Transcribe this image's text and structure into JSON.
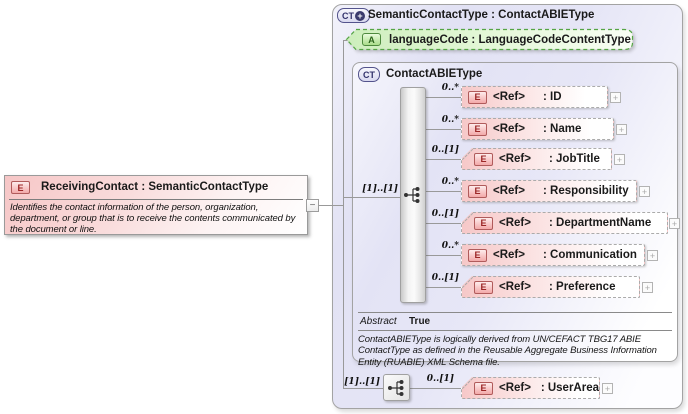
{
  "colors": {
    "element_pink": "#f6c8c8",
    "element_border_red": "#b05b5b",
    "attribute_green": "#cdeebc",
    "attribute_border_green": "#55a545",
    "container_lavender": "#e4e4f6",
    "ct_badge_navy": "#32326b",
    "connector_gray": "#999999"
  },
  "icons": {
    "element_badge": "E",
    "attribute_badge": "A",
    "complextype_badge": "CT",
    "complextype_plus": "+",
    "expand": "+",
    "collapse": "−"
  },
  "source_element": {
    "title": "ReceivingContact : SemanticContactType",
    "description": "Identifies the contact information of the person, organization, department, or group that is to receive the contents communicated by the document or line."
  },
  "type_panel": {
    "title": "SemanticContactType : ContactABIEType",
    "attribute": {
      "label": "languageCode : LanguageCodeContentType"
    },
    "base_type": {
      "title": "ContactABIEType",
      "sequence_cardinality": "[1]..[1]",
      "elements": [
        {
          "cardinality": "0..*",
          "tag": "<Ref>",
          "name": ": ID"
        },
        {
          "cardinality": "0..*",
          "tag": "<Ref>",
          "name": ": Name"
        },
        {
          "cardinality": "0..[1]",
          "tag": "<Ref>",
          "name": ": JobTitle"
        },
        {
          "cardinality": "0..*",
          "tag": "<Ref>",
          "name": ": Responsibility"
        },
        {
          "cardinality": "0..[1]",
          "tag": "<Ref>",
          "name": ": DepartmentName"
        },
        {
          "cardinality": "0..*",
          "tag": "<Ref>",
          "name": ": Communication"
        },
        {
          "cardinality": "0..[1]",
          "tag": "<Ref>",
          "name": ": Preference"
        }
      ],
      "properties": {
        "abstract_label": "Abstract",
        "abstract_value": "True"
      },
      "note": "ContactABIEType is logically derived from UN/CEFACT TBG17 ABIE ContactType as defined in the Reusable Aggregate Business Information Entity (RUABIE) XML Schema file."
    },
    "extension": {
      "sequence_cardinality": "[1]..[1]",
      "element": {
        "cardinality": "0..[1]",
        "tag": "<Ref>",
        "name": ": UserArea"
      }
    }
  }
}
